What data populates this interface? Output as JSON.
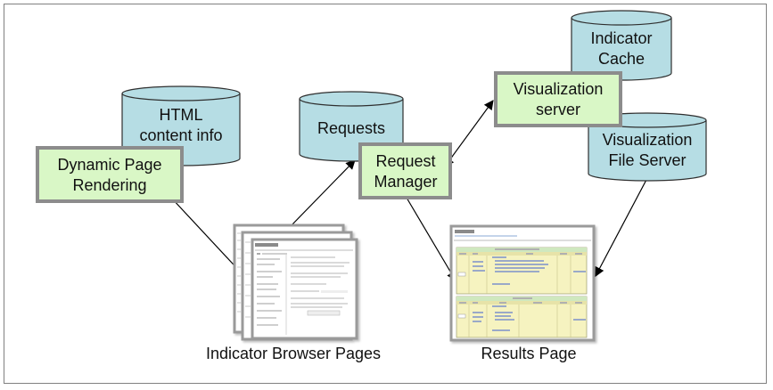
{
  "colors": {
    "cylinder_fill": "#b6dde4",
    "cylinder_stroke": "#2f2f2f",
    "box_fill": "#d9f7c6",
    "box_border": "#8c8c8c",
    "frame": "#808080",
    "arrow": "#000000",
    "page_header_yellow": "#f6f3c0",
    "page_header_green": "#cfe8bf"
  },
  "cylinders": {
    "html_content": {
      "lines": [
        "HTML",
        "content info"
      ]
    },
    "requests": {
      "lines": [
        "Requests"
      ]
    },
    "indicator_cache": {
      "lines": [
        "Indicator",
        "Cache"
      ]
    },
    "viz_file_server": {
      "lines": [
        "Visualization",
        "File Server"
      ]
    }
  },
  "boxes": {
    "dynamic_page": {
      "lines": [
        "Dynamic Page",
        "Rendering"
      ]
    },
    "request_manager": {
      "lines": [
        "Request",
        "Manager"
      ]
    },
    "viz_server": {
      "lines": [
        "Visualization",
        "server"
      ]
    }
  },
  "captions": {
    "indicator_browser": "Indicator Browser Pages",
    "results": "Results Page"
  }
}
